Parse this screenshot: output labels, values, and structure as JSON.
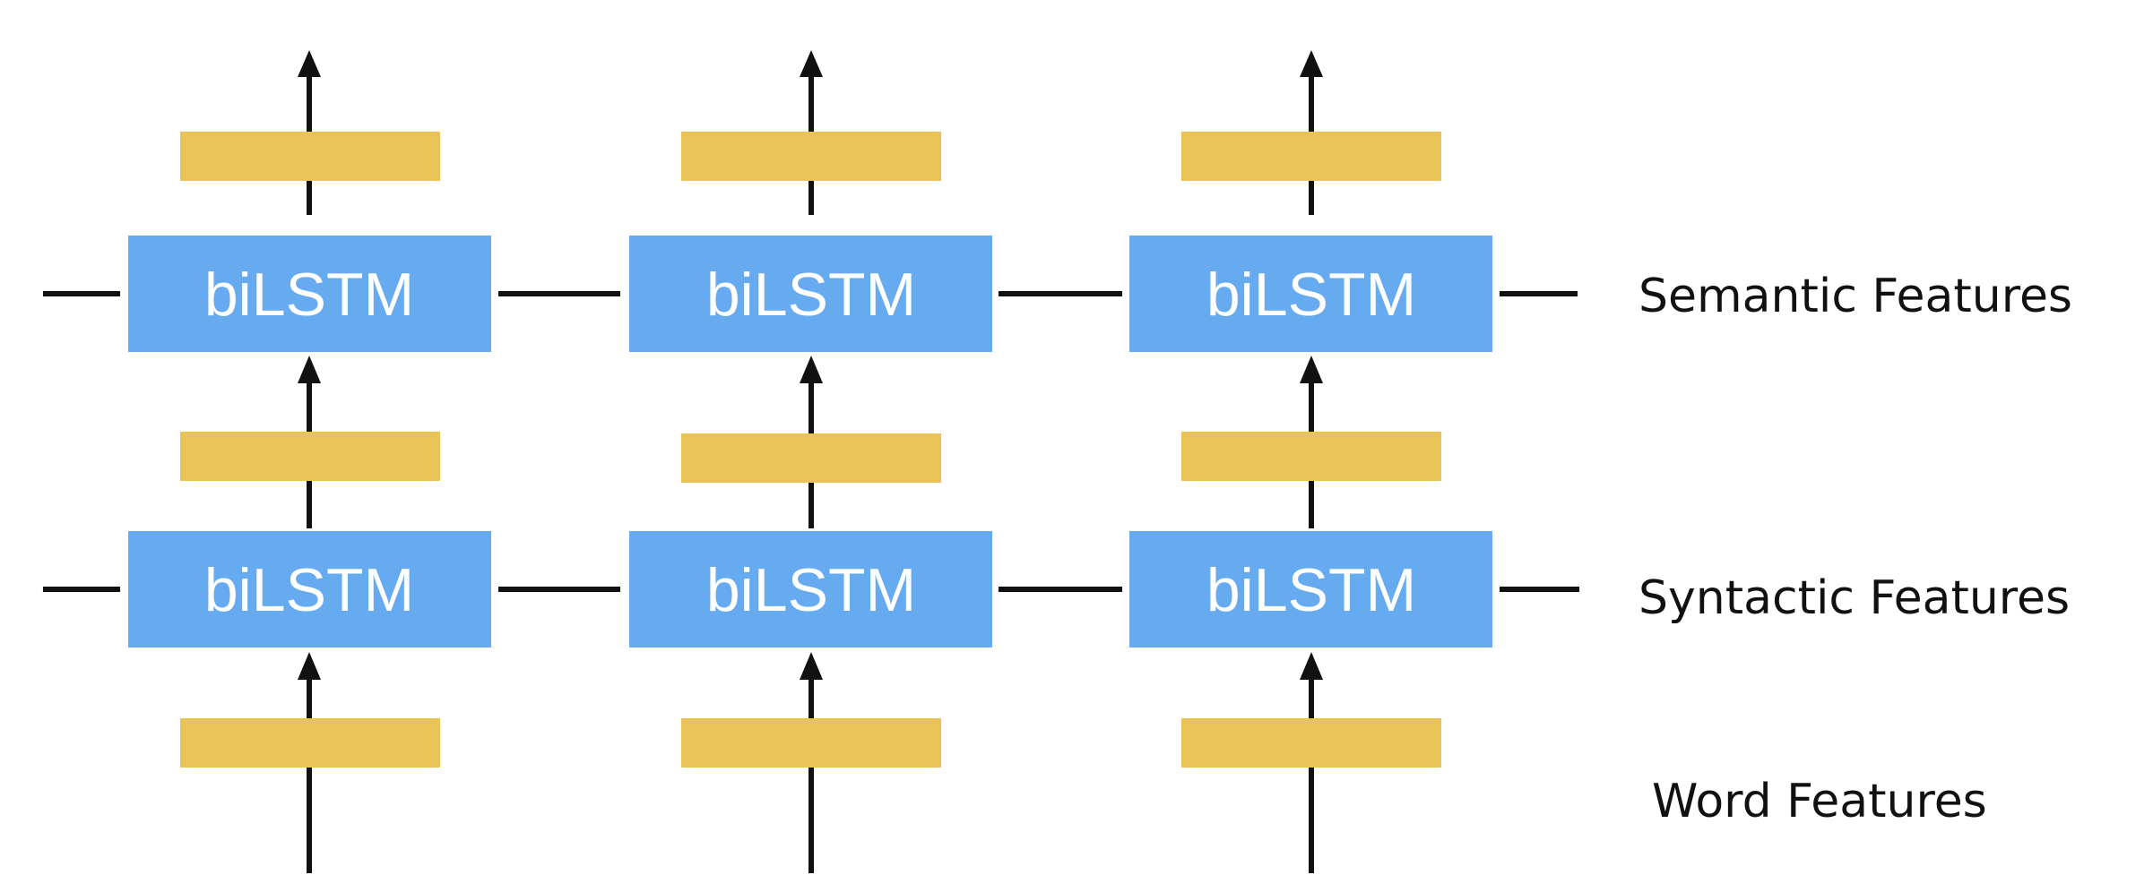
{
  "diagram": {
    "node_label": "biLSTM",
    "layer_labels": [
      "Semantic Features",
      "Syntactic Features",
      "Word Features"
    ],
    "colors": {
      "lstm_box": "#66aaf0",
      "feature_bar": "#e9c358",
      "arrow": "#111111",
      "text": "#111111",
      "background": "#ffffff"
    }
  }
}
